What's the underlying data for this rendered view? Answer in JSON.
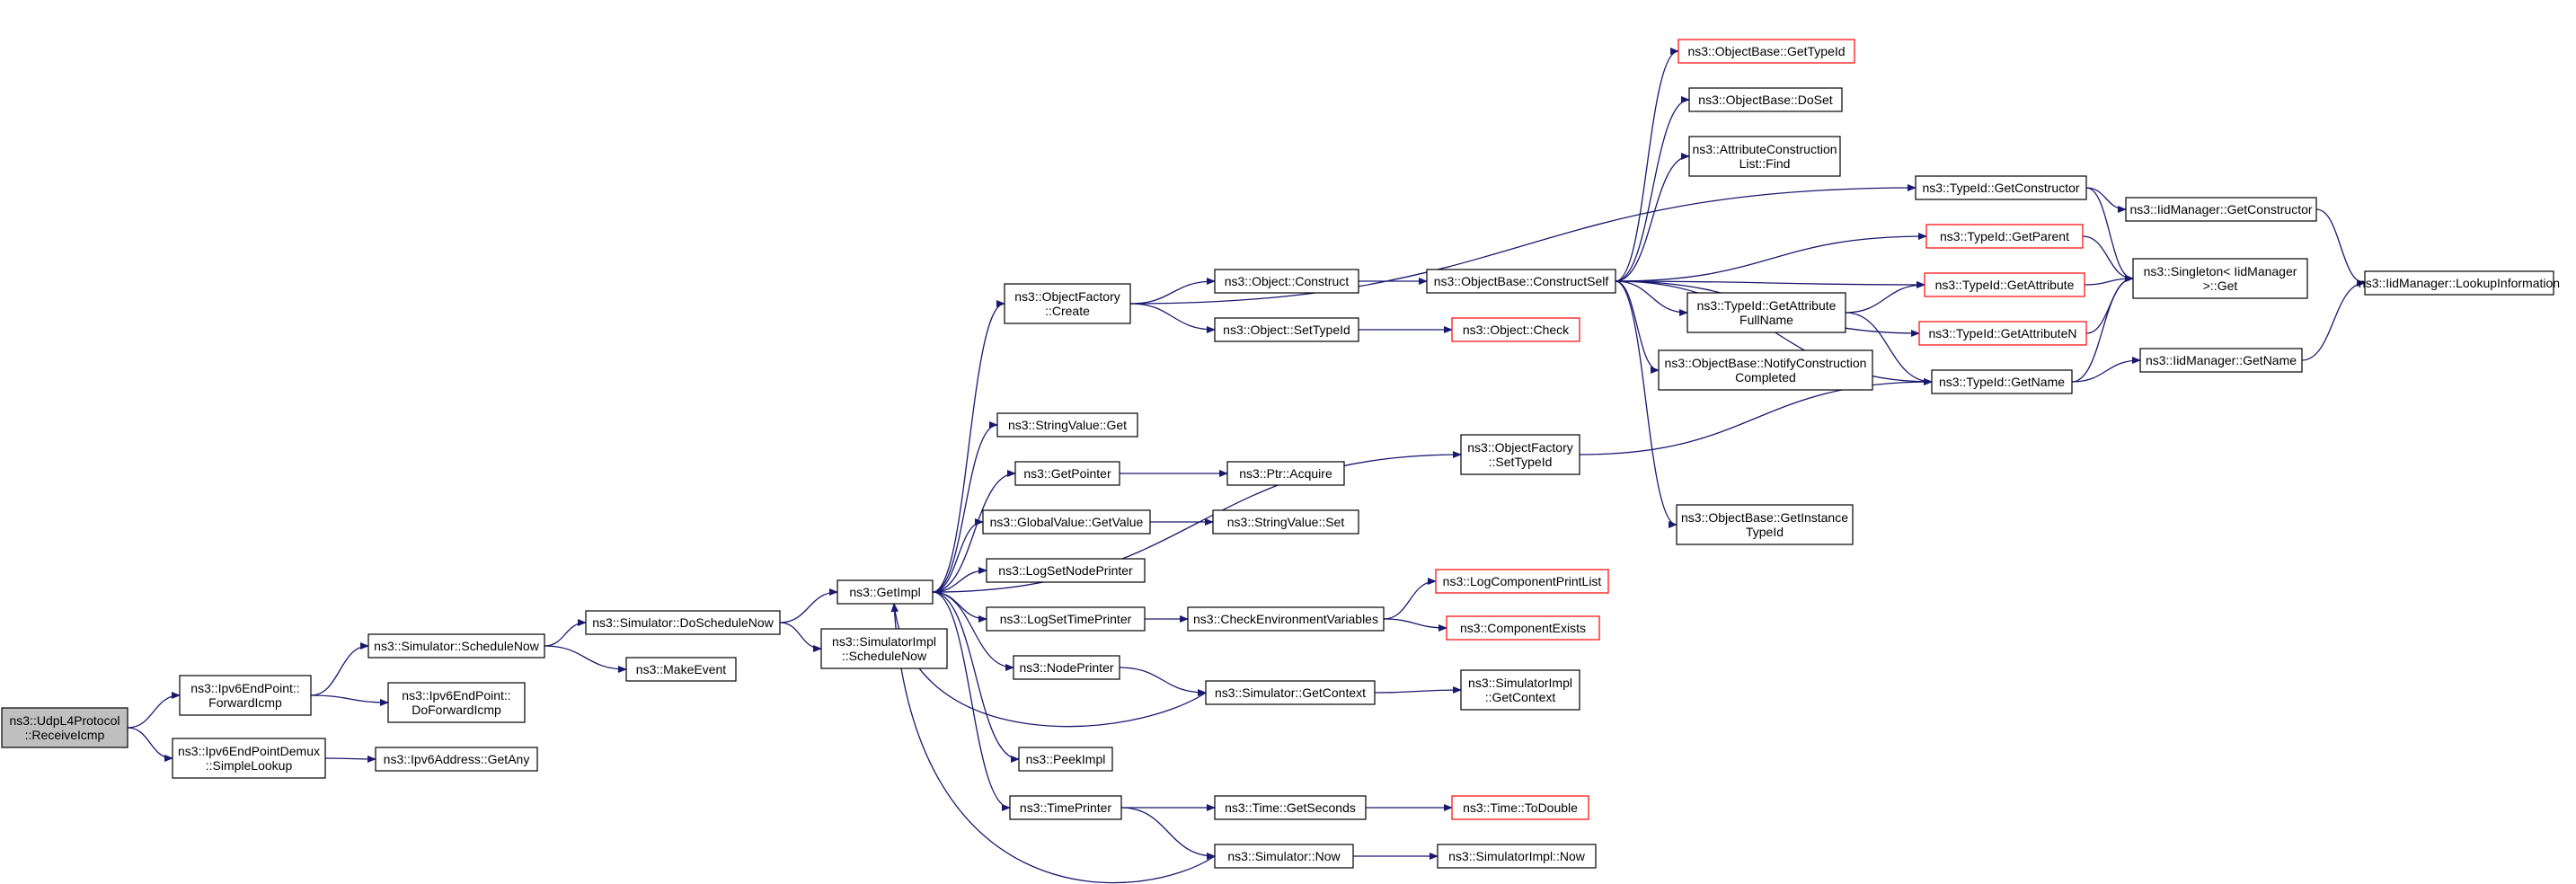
{
  "graph": {
    "colors": {
      "edge": "#191970",
      "node_border": "#000000",
      "node_border_red": "#ff0000",
      "root_fill": "#bfbfbf",
      "node_fill": "#ffffff"
    },
    "nodes": [
      {
        "id": "root",
        "lines": [
          "ns3::UdpL4Protocol",
          "::ReceiveIcmp"
        ],
        "style": "root"
      },
      {
        "id": "fwd",
        "lines": [
          "ns3::Ipv6EndPoint::",
          "ForwardIcmp"
        ],
        "style": "normal"
      },
      {
        "id": "lookup",
        "lines": [
          "ns3::Ipv6EndPointDemux",
          "::SimpleLookup"
        ],
        "style": "normal"
      },
      {
        "id": "schednow",
        "lines": [
          "ns3::Simulator::ScheduleNow"
        ],
        "style": "normal"
      },
      {
        "id": "dofwd",
        "lines": [
          "ns3::Ipv6EndPoint::",
          "DoForwardIcmp"
        ],
        "style": "normal"
      },
      {
        "id": "getany",
        "lines": [
          "ns3::Ipv6Address::GetAny"
        ],
        "style": "normal"
      },
      {
        "id": "doschednow",
        "lines": [
          "ns3::Simulator::DoScheduleNow"
        ],
        "style": "normal"
      },
      {
        "id": "makeevent",
        "lines": [
          "ns3::MakeEvent"
        ],
        "style": "normal"
      },
      {
        "id": "getimpl",
        "lines": [
          "ns3::GetImpl"
        ],
        "style": "normal"
      },
      {
        "id": "simimplsched",
        "lines": [
          "ns3::SimulatorImpl",
          "::ScheduleNow"
        ],
        "style": "normal"
      },
      {
        "id": "ofcreate",
        "lines": [
          "ns3::ObjectFactory",
          "::Create"
        ],
        "style": "normal"
      },
      {
        "id": "strvalget",
        "lines": [
          "ns3::StringValue::Get"
        ],
        "style": "normal"
      },
      {
        "id": "getpointer",
        "lines": [
          "ns3::GetPointer"
        ],
        "style": "normal"
      },
      {
        "id": "gvgetvalue",
        "lines": [
          "ns3::GlobalValue::GetValue"
        ],
        "style": "normal"
      },
      {
        "id": "logsetnode",
        "lines": [
          "ns3::LogSetNodePrinter"
        ],
        "style": "normal"
      },
      {
        "id": "logsettime",
        "lines": [
          "ns3::LogSetTimePrinter"
        ],
        "style": "normal"
      },
      {
        "id": "nodeprinter",
        "lines": [
          "ns3::NodePrinter"
        ],
        "style": "normal"
      },
      {
        "id": "peekimpl",
        "lines": [
          "ns3::PeekImpl"
        ],
        "style": "normal"
      },
      {
        "id": "timeprinter",
        "lines": [
          "ns3::TimePrinter"
        ],
        "style": "normal"
      },
      {
        "id": "objconstruct",
        "lines": [
          "ns3::Object::Construct"
        ],
        "style": "normal"
      },
      {
        "id": "objsettypeid",
        "lines": [
          "ns3::Object::SetTypeId"
        ],
        "style": "normal"
      },
      {
        "id": "ptracquire",
        "lines": [
          "ns3::Ptr::Acquire"
        ],
        "style": "normal"
      },
      {
        "id": "strvalset",
        "lines": [
          "ns3::StringValue::Set"
        ],
        "style": "normal"
      },
      {
        "id": "checkenv",
        "lines": [
          "ns3::CheckEnvironmentVariables"
        ],
        "style": "normal"
      },
      {
        "id": "simgetctx",
        "lines": [
          "ns3::Simulator::GetContext"
        ],
        "style": "normal"
      },
      {
        "id": "timegetsec",
        "lines": [
          "ns3::Time::GetSeconds"
        ],
        "style": "normal"
      },
      {
        "id": "simnow",
        "lines": [
          "ns3::Simulator::Now"
        ],
        "style": "normal"
      },
      {
        "id": "obconstructself",
        "lines": [
          "ns3::ObjectBase::ConstructSelf"
        ],
        "style": "normal"
      },
      {
        "id": "objcheck",
        "lines": [
          "ns3::Object::Check"
        ],
        "style": "red"
      },
      {
        "id": "ofsettypeid",
        "lines": [
          "ns3::ObjectFactory",
          "::SetTypeId"
        ],
        "style": "normal"
      },
      {
        "id": "logcomplist",
        "lines": [
          "ns3::LogComponentPrintList"
        ],
        "style": "red"
      },
      {
        "id": "compexists",
        "lines": [
          "ns3::ComponentExists"
        ],
        "style": "red"
      },
      {
        "id": "simimplgetctx",
        "lines": [
          "ns3::SimulatorImpl",
          "::GetContext"
        ],
        "style": "normal"
      },
      {
        "id": "timetodouble",
        "lines": [
          "ns3::Time::ToDouble"
        ],
        "style": "red"
      },
      {
        "id": "simimplnow",
        "lines": [
          "ns3::SimulatorImpl::Now"
        ],
        "style": "normal"
      },
      {
        "id": "obgettypeid",
        "lines": [
          "ns3::ObjectBase::GetTypeId"
        ],
        "style": "red"
      },
      {
        "id": "obdoset",
        "lines": [
          "ns3::ObjectBase::DoSet"
        ],
        "style": "normal"
      },
      {
        "id": "attrconstfind",
        "lines": [
          "ns3::AttributeConstruction",
          "List::Find"
        ],
        "style": "normal"
      },
      {
        "id": "tidgetattrfull",
        "lines": [
          "ns3::TypeId::GetAttribute",
          "FullName"
        ],
        "style": "normal"
      },
      {
        "id": "obnotify",
        "lines": [
          "ns3::ObjectBase::NotifyConstruction",
          "Completed"
        ],
        "style": "normal"
      },
      {
        "id": "obgetinstance",
        "lines": [
          "ns3::ObjectBase::GetInstance",
          "TypeId"
        ],
        "style": "normal"
      },
      {
        "id": "tidgetctor",
        "lines": [
          "ns3::TypeId::GetConstructor"
        ],
        "style": "normal"
      },
      {
        "id": "tidgetparent",
        "lines": [
          "ns3::TypeId::GetParent"
        ],
        "style": "red"
      },
      {
        "id": "tidgetattr",
        "lines": [
          "ns3::TypeId::GetAttribute"
        ],
        "style": "red"
      },
      {
        "id": "tidgetattrn",
        "lines": [
          "ns3::TypeId::GetAttributeN"
        ],
        "style": "red"
      },
      {
        "id": "tidgetname",
        "lines": [
          "ns3::TypeId::GetName"
        ],
        "style": "normal"
      },
      {
        "id": "iidgetctor",
        "lines": [
          "ns3::IidManager::GetConstructor"
        ],
        "style": "normal"
      },
      {
        "id": "singleton",
        "lines": [
          "ns3::Singleton< IidManager",
          " >::Get"
        ],
        "style": "normal"
      },
      {
        "id": "iidgetname",
        "lines": [
          "ns3::IidManager::GetName"
        ],
        "style": "normal"
      },
      {
        "id": "iidlookup",
        "lines": [
          "ns3::IidManager::LookupInformation"
        ],
        "style": "normal"
      }
    ],
    "edges": [
      [
        "root",
        "fwd"
      ],
      [
        "root",
        "lookup"
      ],
      [
        "fwd",
        "schednow"
      ],
      [
        "fwd",
        "dofwd"
      ],
      [
        "lookup",
        "getany"
      ],
      [
        "schednow",
        "doschednow"
      ],
      [
        "schednow",
        "makeevent"
      ],
      [
        "doschednow",
        "getimpl"
      ],
      [
        "doschednow",
        "simimplsched"
      ],
      [
        "getimpl",
        "ofcreate"
      ],
      [
        "getimpl",
        "strvalget"
      ],
      [
        "getimpl",
        "getpointer"
      ],
      [
        "getimpl",
        "gvgetvalue"
      ],
      [
        "getimpl",
        "logsetnode"
      ],
      [
        "getimpl",
        "logsettime"
      ],
      [
        "getimpl",
        "nodeprinter"
      ],
      [
        "getimpl",
        "peekimpl"
      ],
      [
        "getimpl",
        "timeprinter"
      ],
      [
        "getimpl",
        "ofsettypeid"
      ],
      [
        "ofcreate",
        "objconstruct"
      ],
      [
        "ofcreate",
        "objsettypeid"
      ],
      [
        "ofcreate",
        "tidgetctor"
      ],
      [
        "getpointer",
        "ptracquire"
      ],
      [
        "gvgetvalue",
        "strvalset"
      ],
      [
        "logsettime",
        "checkenv"
      ],
      [
        "nodeprinter",
        "simgetctx"
      ],
      [
        "simgetctx",
        "getimpl"
      ],
      [
        "simgetctx",
        "simimplgetctx"
      ],
      [
        "timeprinter",
        "timegetsec"
      ],
      [
        "timeprinter",
        "simnow"
      ],
      [
        "simnow",
        "getimpl"
      ],
      [
        "simnow",
        "simimplnow"
      ],
      [
        "checkenv",
        "logcomplist"
      ],
      [
        "checkenv",
        "compexists"
      ],
      [
        "timegetsec",
        "timetodouble"
      ],
      [
        "objconstruct",
        "obconstructself"
      ],
      [
        "objsettypeid",
        "objcheck"
      ],
      [
        "ofsettypeid",
        "tidgetname"
      ],
      [
        "obconstructself",
        "obgettypeid"
      ],
      [
        "obconstructself",
        "obdoset"
      ],
      [
        "obconstructself",
        "attrconstfind"
      ],
      [
        "obconstructself",
        "tidgetattrfull"
      ],
      [
        "obconstructself",
        "obnotify"
      ],
      [
        "obconstructself",
        "obgetinstance"
      ],
      [
        "obconstructself",
        "tidgetparent"
      ],
      [
        "obconstructself",
        "tidgetattr"
      ],
      [
        "obconstructself",
        "tidgetattrn"
      ],
      [
        "obconstructself",
        "tidgetname"
      ],
      [
        "tidgetattrfull",
        "tidgetattr"
      ],
      [
        "tidgetattrfull",
        "tidgetname"
      ],
      [
        "tidgetctor",
        "iidgetctor"
      ],
      [
        "tidgetctor",
        "singleton"
      ],
      [
        "tidgetparent",
        "singleton"
      ],
      [
        "tidgetattr",
        "singleton"
      ],
      [
        "tidgetattrn",
        "singleton"
      ],
      [
        "tidgetname",
        "singleton"
      ],
      [
        "tidgetname",
        "iidgetname"
      ],
      [
        "iidgetctor",
        "iidlookup"
      ],
      [
        "iidgetname",
        "iidlookup"
      ]
    ]
  }
}
